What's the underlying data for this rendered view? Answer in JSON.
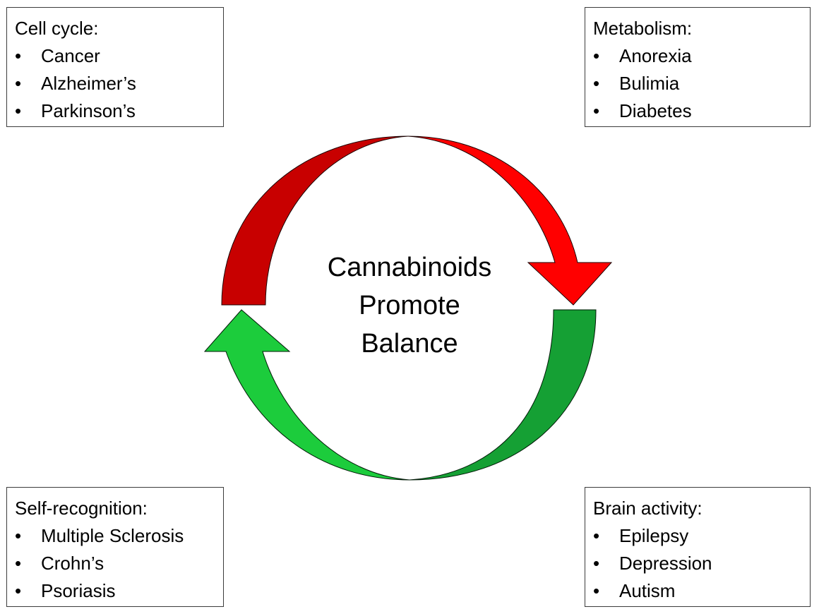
{
  "diagram": {
    "center": {
      "lines": [
        "Cannabinoids",
        "Promote",
        "Balance"
      ]
    },
    "boxes": {
      "top_left": {
        "title": "Cell cycle:",
        "items": [
          "Cancer",
          "Alzheimer’s",
          "Parkinson’s"
        ]
      },
      "top_right": {
        "title": "Metabolism:",
        "items": [
          "Anorexia",
          "Bulimia",
          "Diabetes"
        ]
      },
      "bottom_left": {
        "title": "Self-recognition:",
        "items": [
          "Multiple Sclerosis",
          "Crohn’s",
          "Psoriasis"
        ]
      },
      "bottom_right": {
        "title": "Brain activity:",
        "items": [
          "Epilepsy",
          "Depression",
          "Autism"
        ]
      }
    },
    "bullet_glyph": "•",
    "arrows": [
      {
        "name": "upper-arrow",
        "direction": "clockwise",
        "points_to": "right-down",
        "colors": {
          "light": "#ff0000",
          "dark": "#c80000"
        }
      },
      {
        "name": "lower-arrow",
        "direction": "clockwise",
        "points_to": "left-up",
        "colors": {
          "light": "#1ccc3c",
          "dark": "#15a034"
        }
      }
    ],
    "colors": {
      "border": "#3c3c3c",
      "text": "#000000",
      "background": "#ffffff"
    }
  }
}
